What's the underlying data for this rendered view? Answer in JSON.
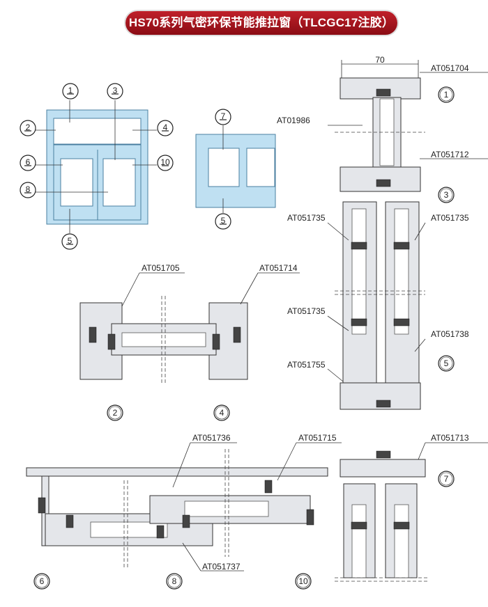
{
  "title": "HS70系列气密环保节能推拉窗（TLCGC17注胶）节点图",
  "dimension": "70",
  "callouts": {
    "c1": "1",
    "c2": "2",
    "c3": "3",
    "c4": "4",
    "c5": "5",
    "c6": "6",
    "c7": "7",
    "c8": "8",
    "c10": "10"
  },
  "parts": {
    "at051704": "AT051704",
    "at01986": "AT01986",
    "at051712": "AT051712",
    "at051735a": "AT051735",
    "at051735b": "AT051735",
    "at051735c": "AT051735",
    "at051738": "AT051738",
    "at051755": "AT051755",
    "at051705": "AT051705",
    "at051714": "AT051714",
    "at051736": "AT051736",
    "at051715": "AT051715",
    "at051713": "AT051713",
    "at051737": "AT051737"
  },
  "colors": {
    "title_bg": "#a3141d",
    "frame_blue": "#bfe0f2"
  }
}
